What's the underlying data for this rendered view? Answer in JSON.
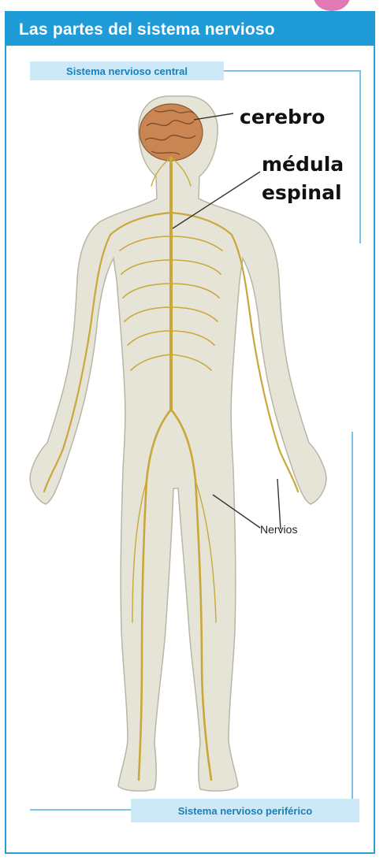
{
  "title": "Las partes del sistema nervioso",
  "tags": {
    "central": "Sistema nervioso central",
    "peripheral": "Sistema nervioso periférico"
  },
  "labels": {
    "brain": "cerebro",
    "spinal_cord_line1": "médula",
    "spinal_cord_line2": "espinal",
    "nerves": "Nervios"
  },
  "colors": {
    "title_bar": "#1f9cd8",
    "tag_background": "#cde8f7",
    "tag_text": "#1c7fb8",
    "nerve": "#c9a83a",
    "skin": "#e6e4d6",
    "brain": "#c98552"
  }
}
